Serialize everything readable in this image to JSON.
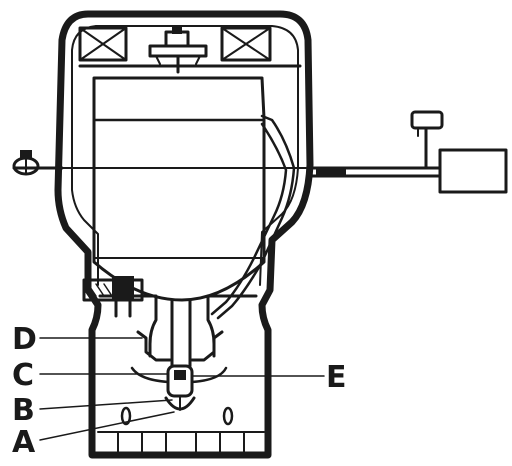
{
  "diagram": {
    "labels": {
      "A": "A",
      "B": "B",
      "C": "C",
      "D": "D",
      "E": "E"
    },
    "colors": {
      "ink": "#1a1a1a",
      "paper": "#ffffff"
    }
  }
}
